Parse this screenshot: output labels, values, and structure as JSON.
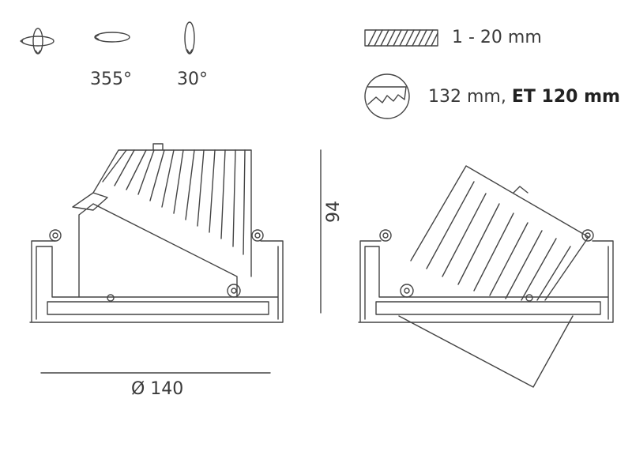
{
  "specs": {
    "rotation_horizontal": "355°",
    "tilt": "30°",
    "ceiling_thickness": "1 - 20 mm",
    "cutout_prefix": "132 mm, ",
    "cutout_et": "ET 120 mm"
  },
  "dimensions": {
    "height": "94",
    "diameter": "Ø 140"
  },
  "icons": {
    "rotate_both": "rotate-both-axes-icon",
    "rotate_horizontal": "rotate-horizontal-icon",
    "rotate_vertical": "rotate-vertical-icon",
    "ceiling": "ceiling-hatch-icon",
    "cutout": "saw-cutout-icon"
  },
  "colors": {
    "line": "#444444"
  }
}
